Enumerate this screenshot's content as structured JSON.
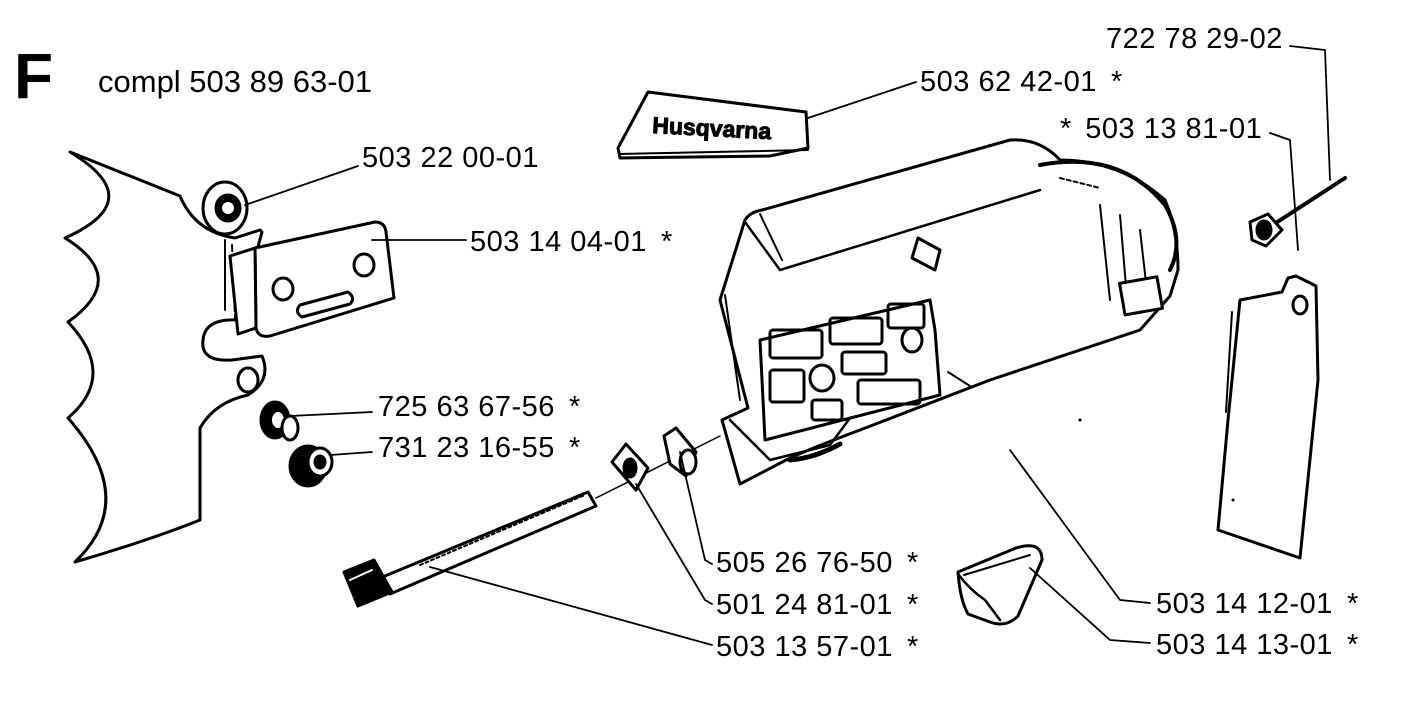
{
  "section": {
    "letter": "F",
    "compl_label": "compl 503 89 63-01"
  },
  "brand_logo_text": "Husqvarna",
  "parts": [
    {
      "id": "p1",
      "number": "503 22 00-01",
      "star": ""
    },
    {
      "id": "p2",
      "number": "503 14 04-01",
      "star": "*"
    },
    {
      "id": "p3",
      "number": "725 63 67-56",
      "star": "*"
    },
    {
      "id": "p4",
      "number": "731 23 16-55",
      "star": "*"
    },
    {
      "id": "p5",
      "number": "505 26 76-50",
      "star": "*"
    },
    {
      "id": "p6",
      "number": "501 24 81-01",
      "star": "*"
    },
    {
      "id": "p7",
      "number": "503 13 57-01",
      "star": "*"
    },
    {
      "id": "p8",
      "number": "503 62 42-01",
      "star": "*"
    },
    {
      "id": "p9",
      "number": "503 13 81-01",
      "star": "*"
    },
    {
      "id": "p10",
      "number": "722 78 29-02",
      "star": ""
    },
    {
      "id": "p11",
      "number": "503 14 12-01",
      "star": "*"
    },
    {
      "id": "p12",
      "number": "503 14 13-01",
      "star": "*"
    }
  ]
}
